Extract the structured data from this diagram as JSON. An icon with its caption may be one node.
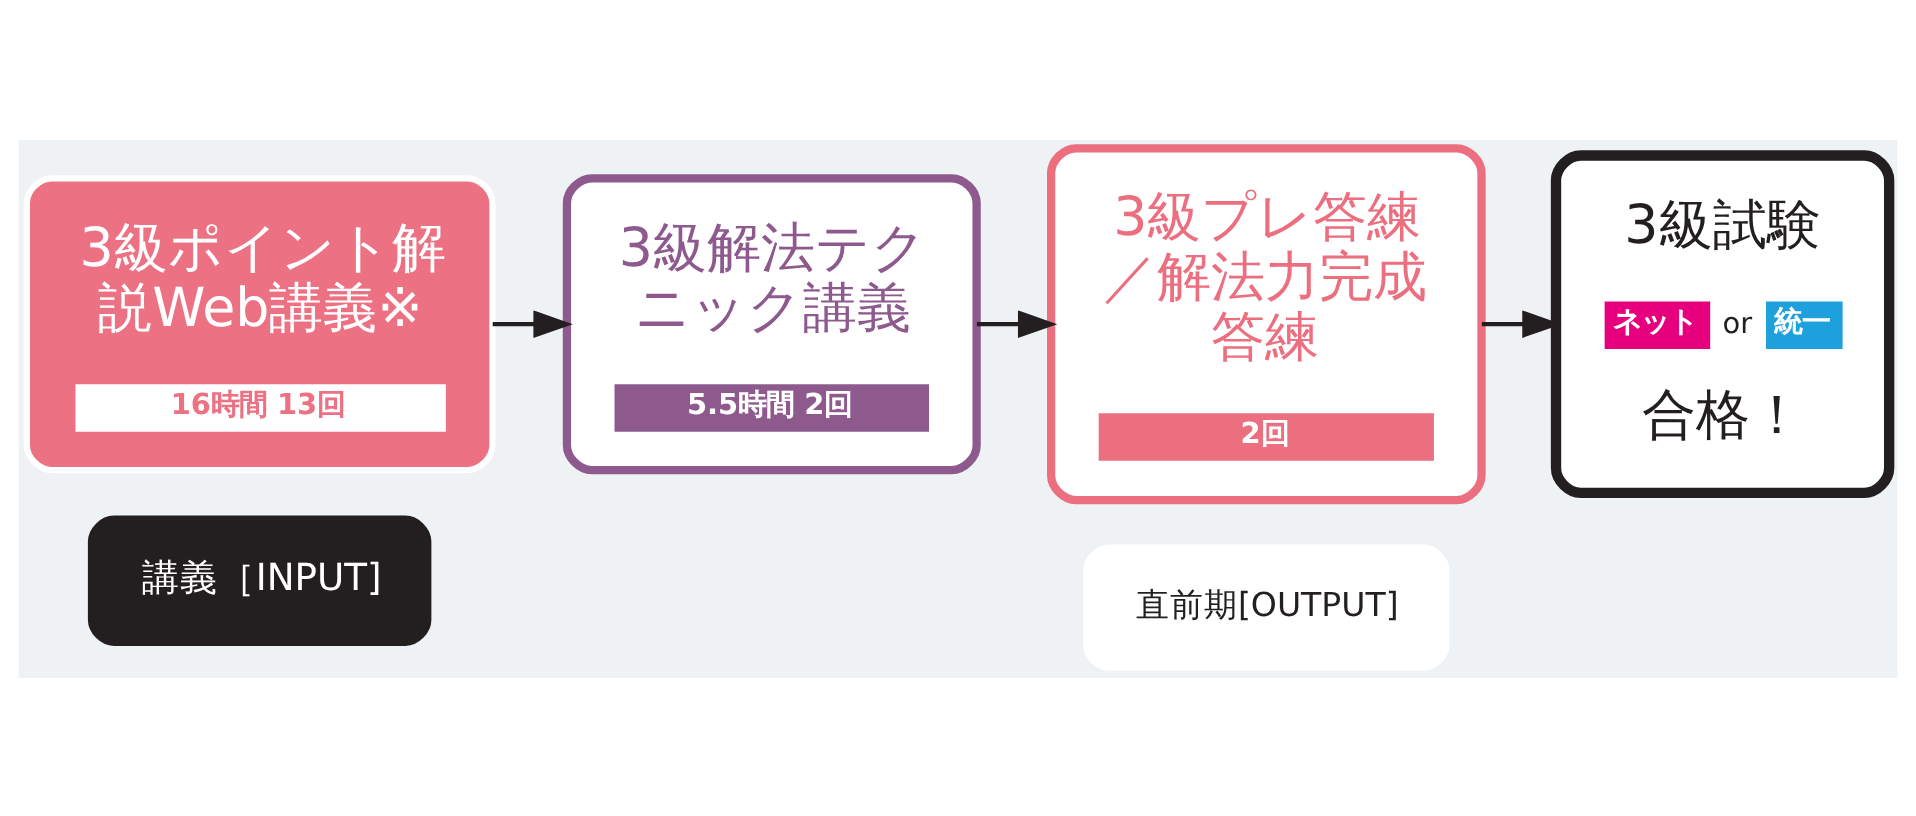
{
  "diagram": {
    "nodes": [
      {
        "text": [
          "講義［INPUT]"
        ]
      },
      {
        "text": [
          "直前期[OUTPUT]"
        ]
      },
      {
        "text": [
          "3級ポイント解説Web講義※",
          "16時間 13回"
        ]
      },
      {
        "text": [
          "3級解法テクニック講義",
          "5.5時間 2回"
        ]
      },
      {
        "text": [
          "3級プレ答練／解法力完成答練",
          "2回"
        ]
      },
      {
        "text": [
          "3級試験",
          "ネット",
          "or",
          "統一",
          "合格！"
        ]
      }
    ],
    "edges": [
      {
        "from": 2,
        "to": 3,
        "arrow": "to"
      },
      {
        "from": 3,
        "to": 4,
        "arrow": "to"
      },
      {
        "from": 4,
        "to": 5,
        "arrow": "to"
      }
    ]
  }
}
